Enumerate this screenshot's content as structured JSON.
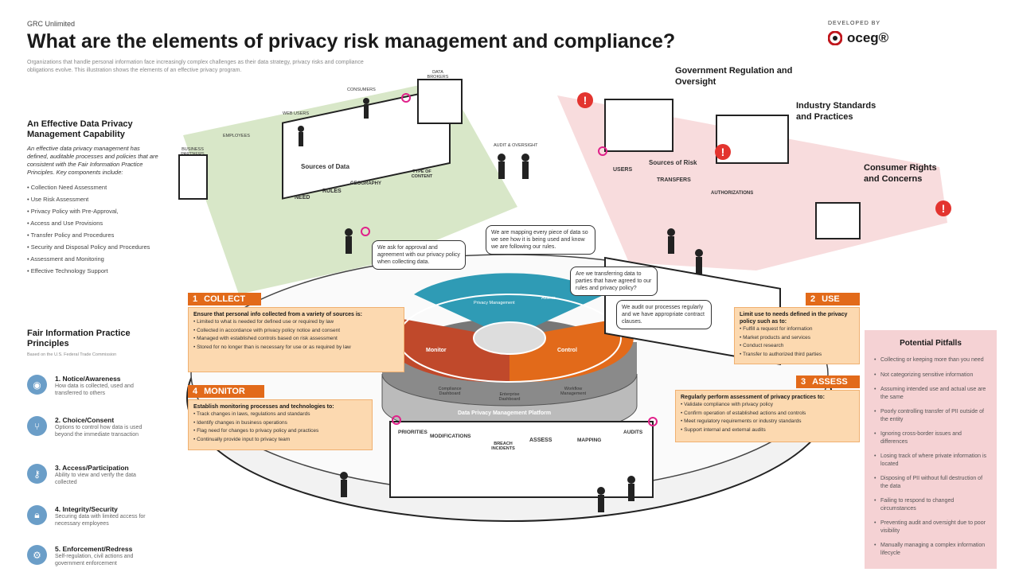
{
  "header": {
    "gtc": "GRC Unlimited",
    "title": "What are the elements of privacy risk management and compliance?",
    "intro": "Organizations that handle personal information face increasingly complex challenges as their data strategy, privacy risks and compliance obligations evolve. This illustration shows the elements of an effective privacy program.",
    "developed_by": "DEVELOPED BY",
    "brand": "oceg®"
  },
  "capability": {
    "title": "An Effective Data Privacy Management Capability",
    "intro": "An effective data privacy management has defined, auditable processes and policies that are consistent with the Fair Information Practice Principles. Key components include:",
    "items": [
      "Collection Need Assessment",
      "Use Risk Assessment",
      "Privacy Policy with Pre-Approval,",
      "Access and Use Provisions",
      "Transfer Policy and Procedures",
      "Security and Disposal Policy and Procedures",
      "Assessment and Monitoring",
      "Effective Technology Support"
    ]
  },
  "fipp": {
    "title": "Fair Information Practice Principles",
    "subtitle": "Based on the U.S. Federal Trade Commission",
    "principles": [
      {
        "title": "1. Notice/Awareness",
        "desc": "How data is collected, used and transferred to others"
      },
      {
        "title": "2. Choice/Consent",
        "desc": "Options to control how data is used beyond the immediate transaction"
      },
      {
        "title": "3. Access/Participation",
        "desc": "Ability to view and verify the data collected"
      },
      {
        "title": "4. Integrity/Security",
        "desc": "Securing data with limited access for necessary employees"
      },
      {
        "title": "5. Enforcement/Redress",
        "desc": "Self-regulation, civil actions and government enforcement"
      }
    ]
  },
  "collect": {
    "num": "1",
    "label": "COLLECT",
    "title": "Ensure that personal info collected from a variety of sources is:",
    "items": [
      "Limited to what is needed for defined use or required by law",
      "Collected in accordance with privacy policy notice and consent",
      "Managed with established controls based on risk assessment",
      "Stored for no longer than is necessary for use or as required by law"
    ]
  },
  "use": {
    "num": "2",
    "label": "USE",
    "title": "Limit use to needs defined in the privacy policy such as to:",
    "items": [
      "Fulfill a request for information",
      "Market products and services",
      "Conduct research",
      "Transfer to authorized third parties"
    ]
  },
  "assess": {
    "num": "3",
    "label": "ASSESS",
    "title": "Regularly perform assessment of privacy practices to:",
    "items": [
      "Validate compliance with privacy policy",
      "Confirm operation of established actions and controls",
      "Meet regulatory requirements or industry standards",
      "Support internal and external audits"
    ]
  },
  "monitor": {
    "num": "4",
    "label": "MONITOR",
    "title": "Establish monitoring processes and technologies to:",
    "items": [
      "Track changes in laws, regulations and standards",
      "Identify changes in business operations",
      "Flag need for changes to privacy policy and practices",
      "Continually provide input to privacy team"
    ]
  },
  "pitfalls": {
    "title": "Potential Pitfalls",
    "items": [
      "Collecting or keeping more than you need",
      "Not categorizing sensitive information",
      "Assuming intended use and actual use are the same",
      "Poorly controlling transfer of PII outside of the entity",
      "Ignoring cross-border issues and differences",
      "Losing track of where private information is located",
      "Disposing of PII without full destruction of the data",
      "Failing to respond to changed circumstances",
      "Preventing audit and oversight due to poor visibility",
      "Manually managing a complex information lifecycle"
    ]
  },
  "risk_sources": {
    "gov": "Government Regulation and Oversight",
    "industry": "Industry Standards and Practices",
    "consumer": "Consumer Rights and Concerns",
    "panel_title": "Sources of Risk",
    "panels": [
      "USERS",
      "TRANSFERS",
      "AUTHORIZATIONS"
    ]
  },
  "data_sources": {
    "panel_title": "Sources of Data",
    "panels": [
      "NEED",
      "RULES",
      "GEOGRAPHY",
      "TYPE OF CONTENT"
    ],
    "people": [
      "BUSINESS PARTNERS",
      "EMPLOYEES",
      "WEB USERS",
      "CONSUMERS",
      "DATA BROKERS"
    ]
  },
  "bubbles": {
    "b1": "We ask for approval and agreement with our privacy policy when collecting data.",
    "b2": "We are mapping every piece of data so we see how it is being used and know we are following our rules.",
    "b3": "Are we transferring data to parties that have agreed to our rules and privacy policy?",
    "b4": "We audit our processes regularly and we have appropriate contract clauses."
  },
  "platform": {
    "label": "Data Privacy Management Platform",
    "segments": [
      "Privacy Management",
      "Assess",
      "Monitor",
      "Control",
      "Compliance Dashboard",
      "Enterprise Dashboard",
      "Workflow Management"
    ],
    "audit": "AUDIT & OVERSIGHT"
  },
  "bottom_panels": [
    "PRIORITIES",
    "MODIFICATIONS",
    "BREACH INCIDENTS",
    "ASSESS",
    "MAPPING",
    "AUDITS"
  ],
  "colors": {
    "orange": "#e26a1a",
    "teal": "#2f9bb5",
    "rust": "#c0492b",
    "green": "#b8d39a",
    "red": "#e3342f",
    "pink": "#f5d2d4"
  }
}
